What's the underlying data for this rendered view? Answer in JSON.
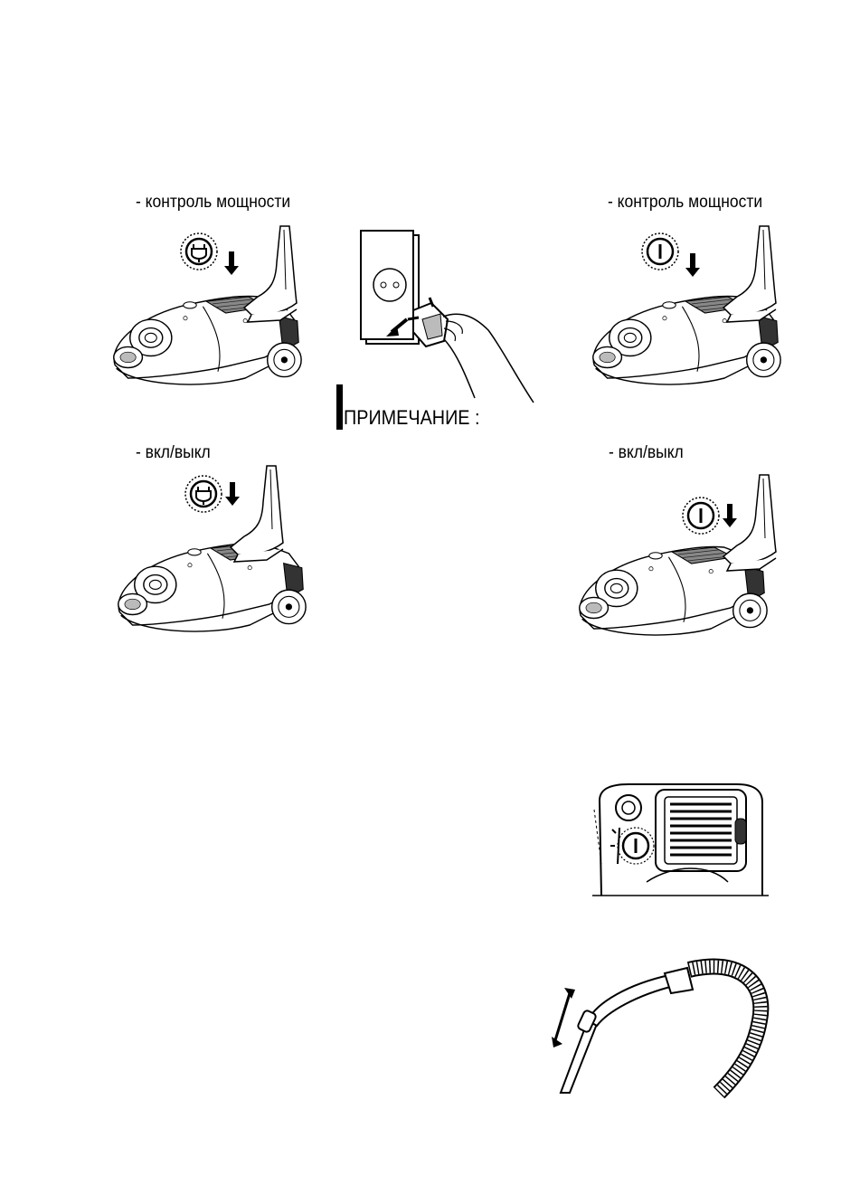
{
  "labels": {
    "power_control": "- контроль мощности",
    "on_off": "- вкл/выкл",
    "note": "ПРИМЕЧАНИЕ :"
  },
  "icons": {
    "plug_symbol": "plug-icon",
    "power_symbol": "power-line-icon",
    "arrow": "down-arrow-icon"
  },
  "colors": {
    "ink": "#000000",
    "paper": "#ffffff",
    "shade": "#555555"
  }
}
